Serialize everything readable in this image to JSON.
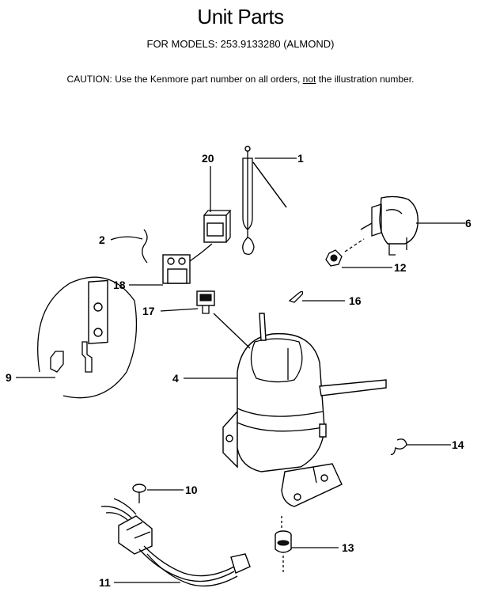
{
  "header": {
    "title": "Unit Parts",
    "subtitle": "FOR MODELS:  253.9133280 (ALMOND)",
    "caution_prefix": "CAUTION:  Use the Kenmore part number on all orders, ",
    "caution_emph": "not",
    "caution_suffix": " the illustration number."
  },
  "callouts": {
    "c1": "1",
    "c2": "2",
    "c4": "4",
    "c6": "6",
    "c9": "9",
    "c10": "10",
    "c11": "11",
    "c12": "12",
    "c13": "13",
    "c14": "14",
    "c16": "16",
    "c17": "17",
    "c18": "18",
    "c20": "20"
  }
}
